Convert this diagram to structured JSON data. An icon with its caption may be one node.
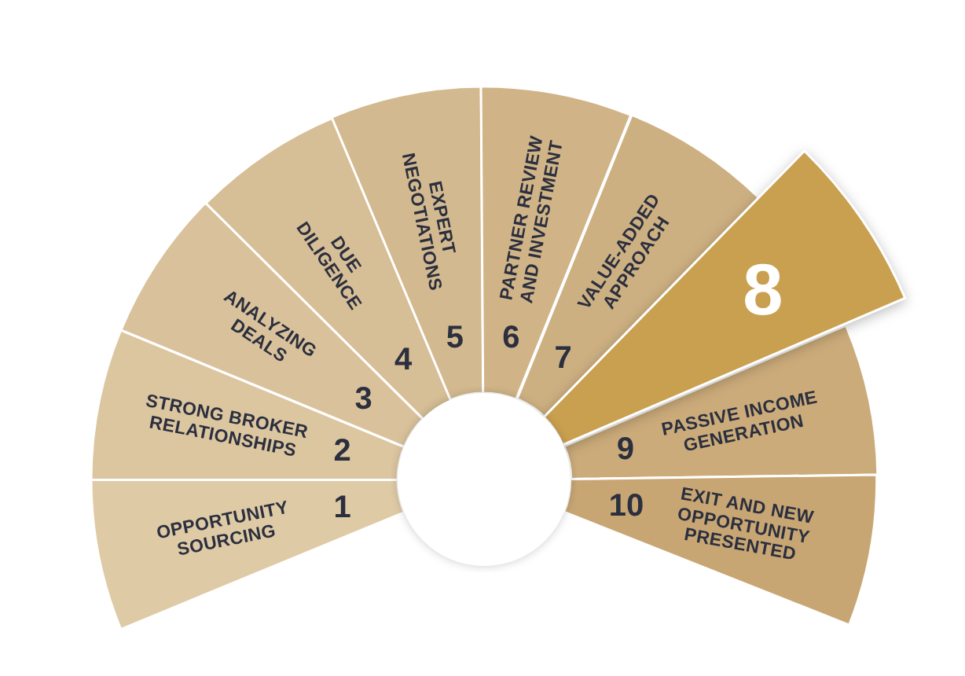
{
  "diagram": {
    "nodes": [
      {
        "text": [
          "1",
          "OPPORTUNITY SOURCING"
        ]
      },
      {
        "text": [
          "2",
          "STRONG BROKER RELATIONSHIPS"
        ]
      },
      {
        "text": [
          "3",
          "ANALYZING DEALS"
        ]
      },
      {
        "text": [
          "4",
          "DUE DILIGENCE"
        ]
      },
      {
        "text": [
          "5",
          "EXPERT NEGOTIATIONS"
        ]
      },
      {
        "text": [
          "6",
          "PARTNER REVIEW AND INVESTMENT"
        ]
      },
      {
        "text": [
          "7",
          "VALUE-ADDED APPROACH"
        ]
      },
      {
        "text": [
          "8"
        ]
      },
      {
        "text": [
          "9",
          "PASSIVE INCOME GENERATION"
        ]
      },
      {
        "text": [
          "10",
          "EXIT AND NEW OPPORTUNITY PRESENTED"
        ]
      }
    ]
  }
}
